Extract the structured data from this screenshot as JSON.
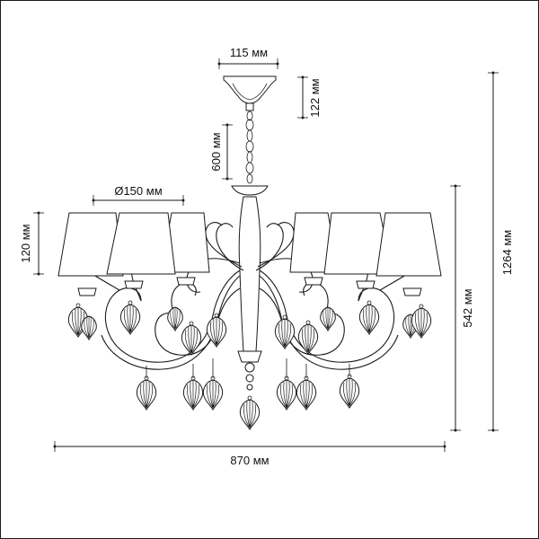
{
  "dimensions": {
    "canopy_width": "115 мм",
    "canopy_height": "122 мм",
    "chain_length": "600 мм",
    "shade_diameter": "Ø150 мм",
    "shade_height": "120 мм",
    "body_height": "542 мм",
    "total_height": "1264 мм",
    "total_width": "870 мм"
  },
  "colors": {
    "line": "#1a1a1a",
    "background": "#ffffff"
  }
}
